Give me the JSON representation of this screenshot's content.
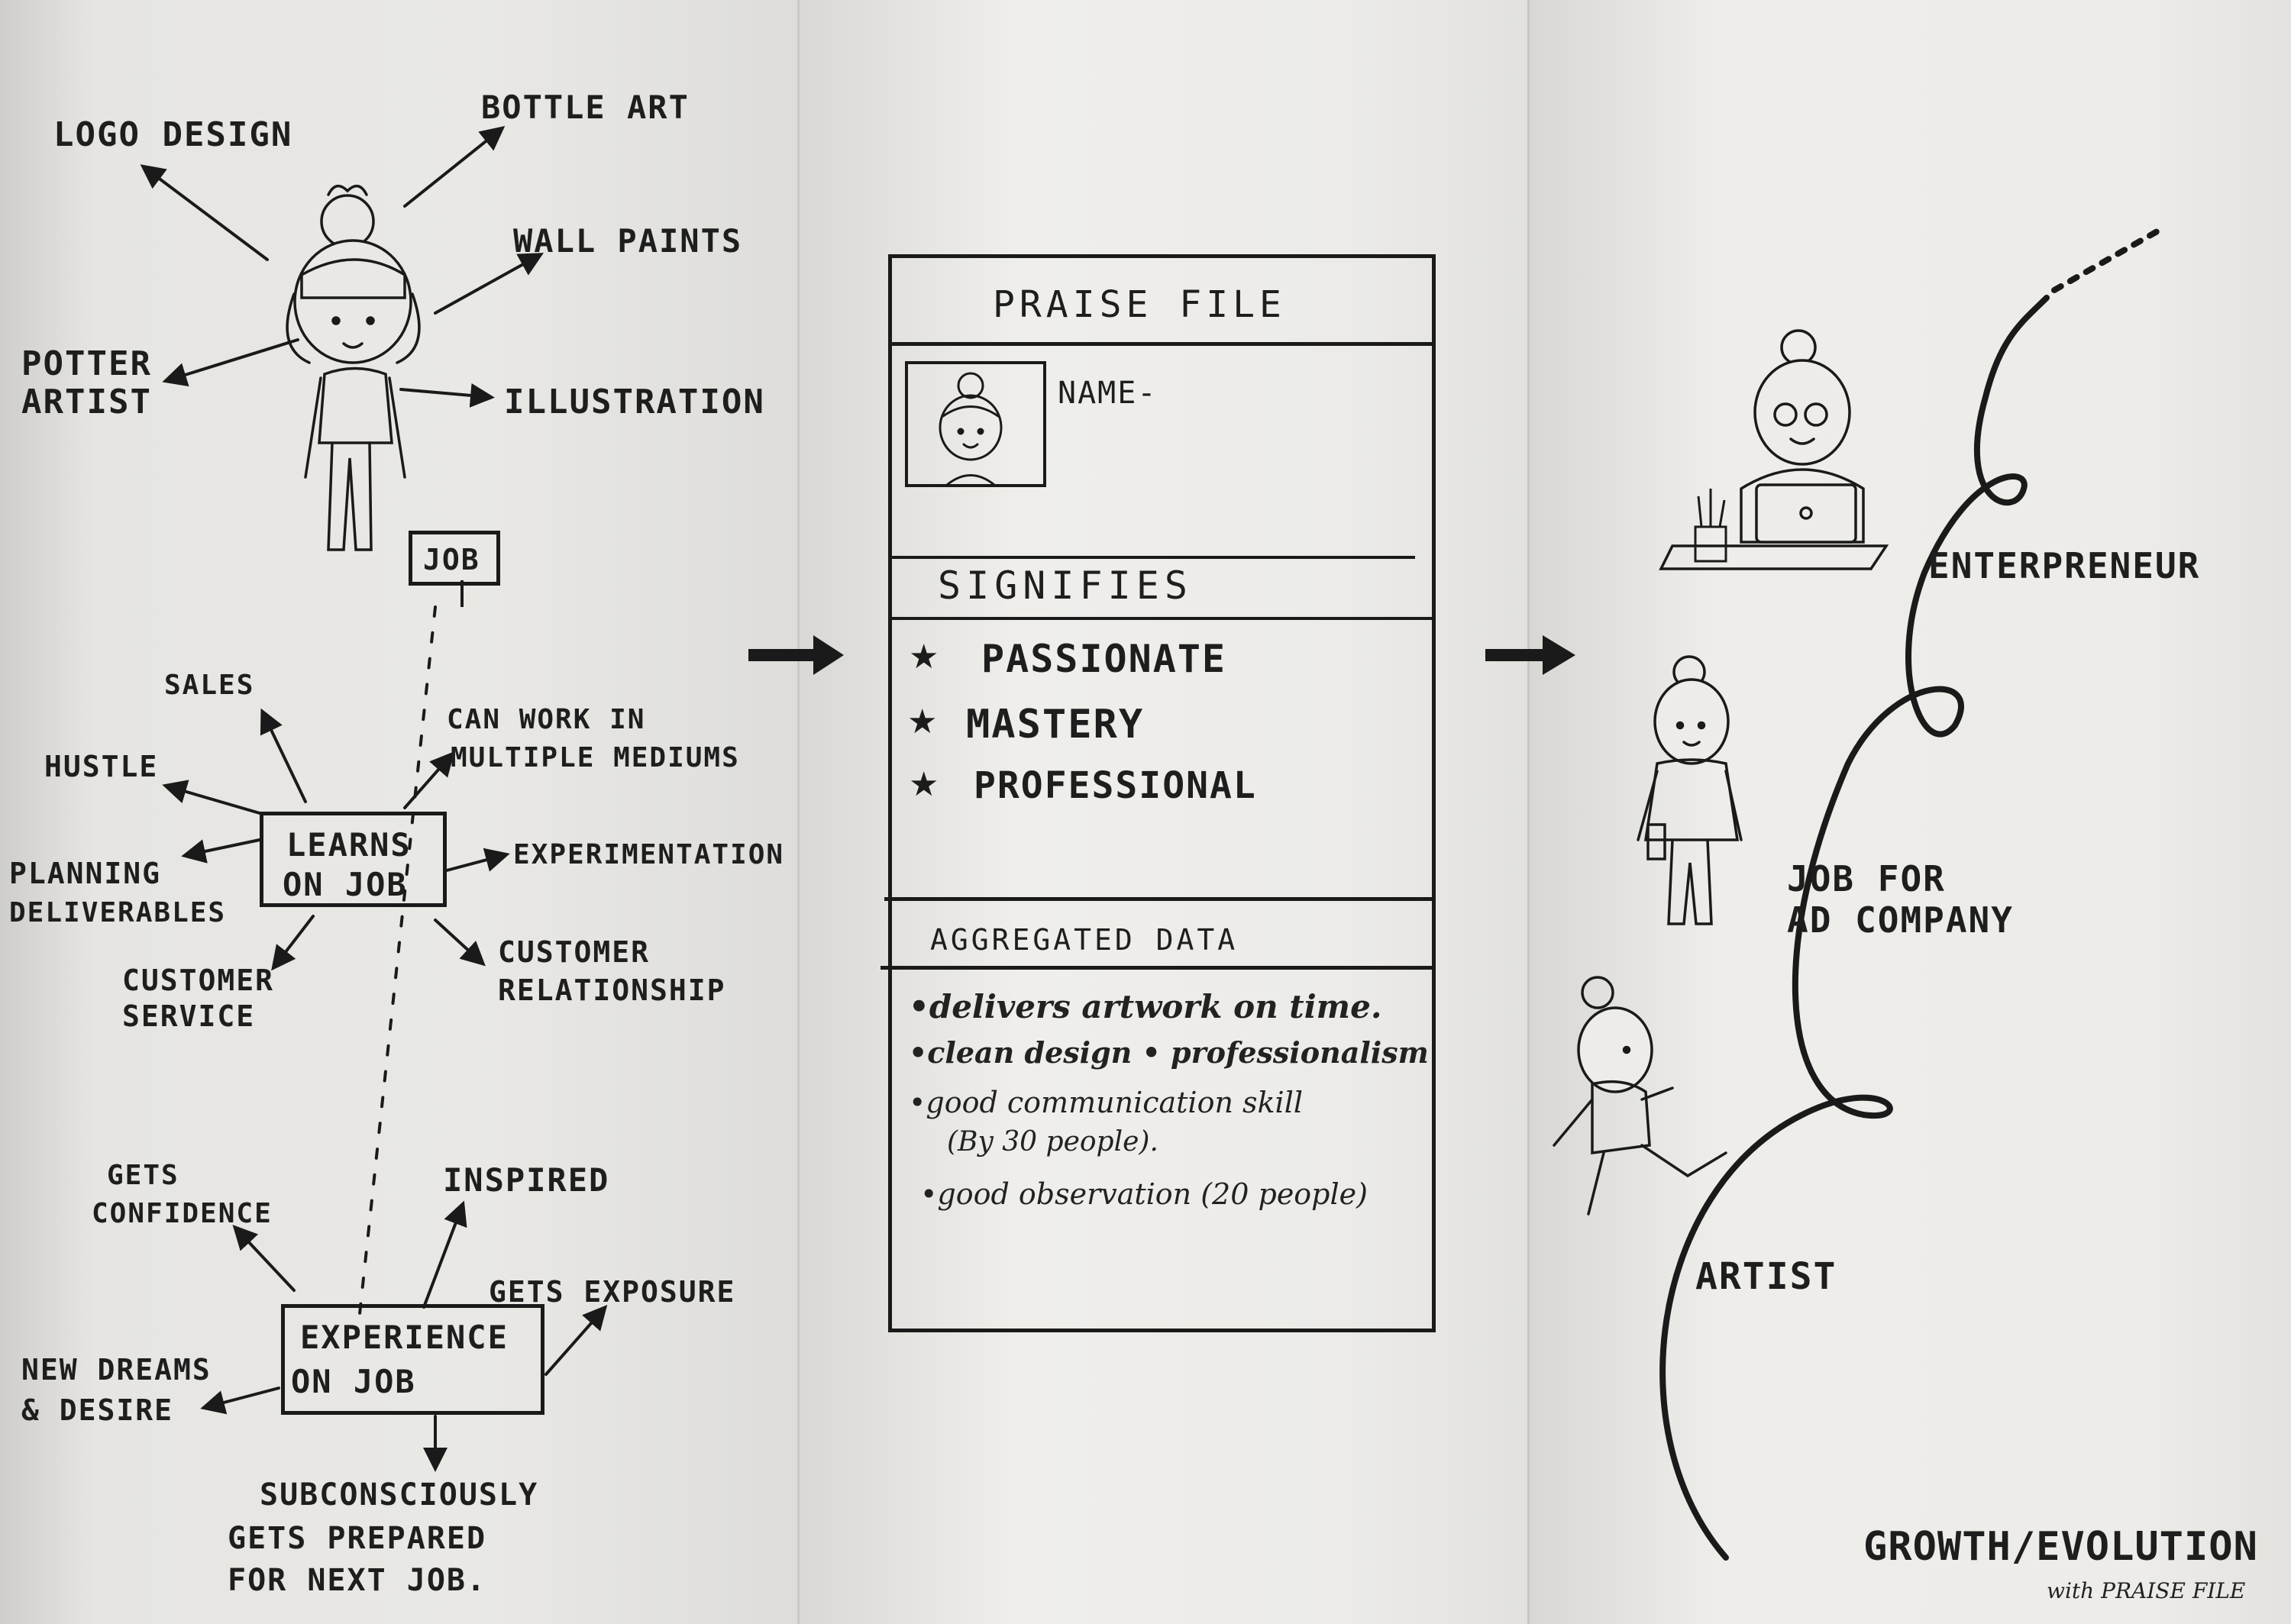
{
  "left": {
    "skills": {
      "logo_design": "LOGO DESIGN",
      "bottle_art": "BOTTLE ART",
      "wall_paints": "WALL PAINTS",
      "potter_artist_1": "POTTER",
      "potter_artist_2": "ARTIST",
      "illustration": "ILLUSTRATION"
    },
    "job_sign": "JOB",
    "learns": {
      "box_line1": "LEARNS",
      "box_line2": "ON JOB",
      "sales": "SALES",
      "hustle": "HUSTLE",
      "multi_1": "CAN WORK IN",
      "multi_2": "MULTIPLE MEDIUMS",
      "planning_1": "PLANNING",
      "planning_2": "DELIVERABLES",
      "experimentation": "EXPERIMENTATION",
      "customer_service_1": "CUSTOMER",
      "customer_service_2": "SERVICE",
      "customer_rel_1": "CUSTOMER",
      "customer_rel_2": "RELATIONSHIP"
    },
    "experience": {
      "box_line1": "EXPERIENCE",
      "box_line2": "ON JOB",
      "confidence_1": "GETS",
      "confidence_2": "CONFIDENCE",
      "inspired": "INSPIRED",
      "exposure": "GETS EXPOSURE",
      "dreams_1": "NEW DREAMS",
      "dreams_2": "& DESIRE",
      "prepared_1": "SUBCONSCIOUSLY",
      "prepared_2": "GETS PREPARED",
      "prepared_3": "FOR NEXT JOB."
    }
  },
  "praise_file": {
    "title": "PRAISE FILE",
    "name_label": "NAME-",
    "signifies_title": "SIGNIFIES",
    "signifies": [
      "PASSIONATE",
      "MASTERY",
      "PROFESSIONAL"
    ],
    "aggregated_title": "AGGREGATED DATA",
    "aggregated": [
      "•delivers artwork on time.",
      "•clean design • professionalism",
      "•good communication skill",
      "(By 30 people).",
      "•good observation (20 people)"
    ]
  },
  "growth": {
    "entrepreneur": "ENTERPRENEUR",
    "job_1": "JOB FOR",
    "job_2": "AD COMPANY",
    "artist": "ARTIST",
    "caption_main": "GROWTH/EVOLUTION",
    "caption_sub": "with PRAISE FILE"
  },
  "icons": [
    "girl-figure-icon",
    "laptop-icon",
    "pencil-cup-icon",
    "star-icon",
    "arrow-icon"
  ],
  "colors": {
    "ink": "#1a1a1a",
    "paper": "#eceBe7"
  }
}
